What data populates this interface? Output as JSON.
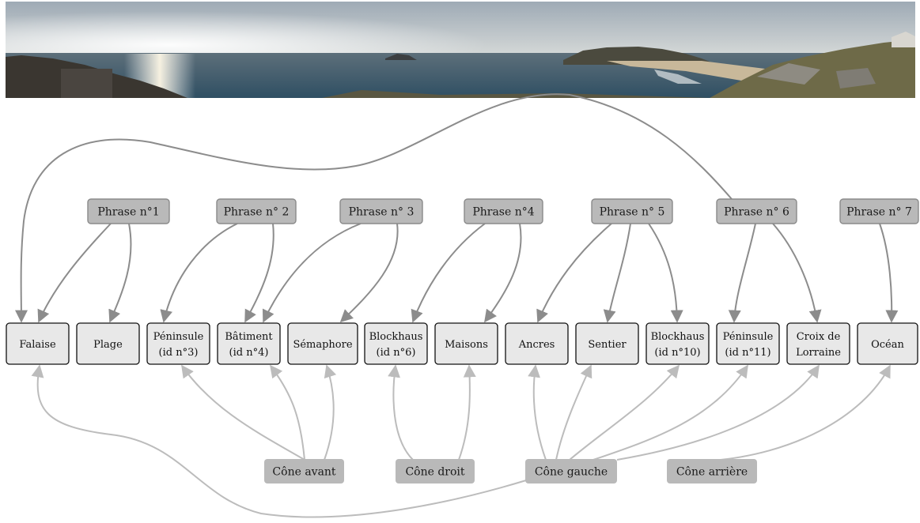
{
  "phrases": [
    {
      "id": "p1",
      "label": "Phrase n°1"
    },
    {
      "id": "p2",
      "label": "Phrase n° 2"
    },
    {
      "id": "p3",
      "label": "Phrase n° 3"
    },
    {
      "id": "p4",
      "label": "Phrase n°4"
    },
    {
      "id": "p5",
      "label": "Phrase n° 5"
    },
    {
      "id": "p6",
      "label": "Phrase n° 6"
    },
    {
      "id": "p7",
      "label": "Phrase n° 7"
    }
  ],
  "objects": [
    {
      "id": "o1",
      "lines": [
        "Falaise"
      ]
    },
    {
      "id": "o2",
      "lines": [
        "Plage"
      ]
    },
    {
      "id": "o3",
      "lines": [
        "Péninsule",
        "(id n°3)"
      ]
    },
    {
      "id": "o4",
      "lines": [
        "Bâtiment",
        "(id n°4)"
      ]
    },
    {
      "id": "o5",
      "lines": [
        "Sémaphore"
      ]
    },
    {
      "id": "o6",
      "lines": [
        "Blockhaus",
        "(id n°6)"
      ]
    },
    {
      "id": "o7",
      "lines": [
        "Maisons"
      ]
    },
    {
      "id": "o8",
      "lines": [
        "Ancres"
      ]
    },
    {
      "id": "o9",
      "lines": [
        "Sentier"
      ]
    },
    {
      "id": "o10",
      "lines": [
        "Blockhaus",
        "(id n°10)"
      ]
    },
    {
      "id": "o11",
      "lines": [
        "Péninsule",
        "(id n°11)"
      ]
    },
    {
      "id": "o12",
      "lines": [
        "Croix de",
        "Lorraine"
      ]
    },
    {
      "id": "o13",
      "lines": [
        "Océan"
      ]
    }
  ],
  "cones": [
    {
      "id": "c1",
      "label": "Cône avant"
    },
    {
      "id": "c2",
      "label": "Cône droit"
    },
    {
      "id": "c3",
      "label": "Cône gauche"
    },
    {
      "id": "c4",
      "label": "Cône arrière"
    }
  ],
  "phrase_links": [
    [
      "p1",
      "o1"
    ],
    [
      "p1",
      "o2"
    ],
    [
      "p2",
      "o3"
    ],
    [
      "p2",
      "o4"
    ],
    [
      "p3",
      "o4"
    ],
    [
      "p3",
      "o5"
    ],
    [
      "p4",
      "o6"
    ],
    [
      "p4",
      "o7"
    ],
    [
      "p5",
      "o8"
    ],
    [
      "p5",
      "o9"
    ],
    [
      "p5",
      "o10"
    ],
    [
      "p6",
      "o1"
    ],
    [
      "p6",
      "o11"
    ],
    [
      "p6",
      "o12"
    ],
    [
      "p7",
      "o13"
    ]
  ],
  "cone_links": [
    [
      "c1",
      "o3"
    ],
    [
      "c1",
      "o4"
    ],
    [
      "c1",
      "o5"
    ],
    [
      "c2",
      "o6"
    ],
    [
      "c2",
      "o7"
    ],
    [
      "c3",
      "o1"
    ],
    [
      "c3",
      "o8"
    ],
    [
      "c3",
      "o9"
    ],
    [
      "c3",
      "o10"
    ],
    [
      "c3",
      "o11"
    ],
    [
      "c3",
      "o12"
    ],
    [
      "c4",
      "o13"
    ]
  ],
  "colors": {
    "phrase_fill": "#b9b9b9",
    "object_fill": "#e8e8e8",
    "cone_fill": "#b9b9b9",
    "phrase_edge": "#8c8c8c",
    "cone_edge": "#bcbcbc"
  }
}
